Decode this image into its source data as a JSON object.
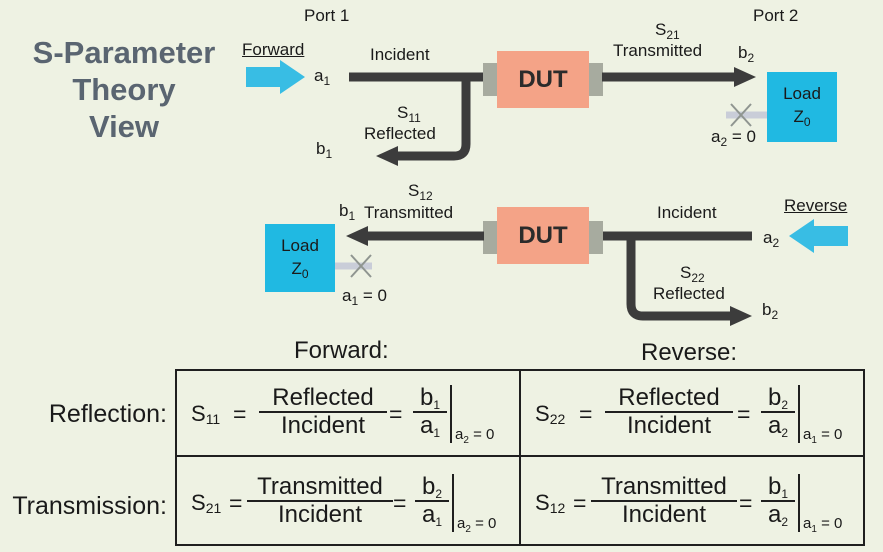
{
  "title": {
    "line1": "S-Parameter",
    "line2": "Theory",
    "line3": "View"
  },
  "port1": "Port 1",
  "port2": "Port 2",
  "forward_diagram": {
    "direction": "Forward",
    "a_in": {
      "letter": "a",
      "sub": "1"
    },
    "incident": "Incident",
    "dut": "DUT",
    "s_trans": {
      "letter": "S",
      "sub": "21"
    },
    "transmitted": "Transmitted",
    "b_out": {
      "letter": "b",
      "sub": "2"
    },
    "s_refl": {
      "letter": "S",
      "sub": "11"
    },
    "reflected": "Reflected",
    "b_refl": {
      "letter": "b",
      "sub": "1"
    },
    "load": {
      "line1": "Load",
      "z": "Z",
      "zsub": "0"
    },
    "terminated": {
      "letter": "a",
      "sub": "2",
      "value": " = 0"
    }
  },
  "reverse_diagram": {
    "direction": "Reverse",
    "a_in": {
      "letter": "a",
      "sub": "2"
    },
    "incident": "Incident",
    "dut": "DUT",
    "s_trans": {
      "letter": "S",
      "sub": "12"
    },
    "transmitted": "Transmitted",
    "b_out": {
      "letter": "b",
      "sub": "1"
    },
    "s_refl": {
      "letter": "S",
      "sub": "22"
    },
    "reflected": "Reflected",
    "b_refl": {
      "letter": "b",
      "sub": "2"
    },
    "load": {
      "line1": "Load",
      "z": "Z",
      "zsub": "0"
    },
    "terminated": {
      "letter": "a",
      "sub": "1",
      "value": " = 0"
    }
  },
  "table": {
    "col_forward": "Forward:",
    "col_reverse": "Reverse:",
    "row_reflection": "Reflection:",
    "row_transmission": "Transmission:",
    "equations": {
      "s11": {
        "s": "S",
        "sub": "11",
        "eq": "=",
        "num": "Reflected",
        "den": "Incident",
        "eq2": "=",
        "b": "b",
        "bsub": "1",
        "a": "a",
        "asub": "1",
        "cond": "a",
        "condsub": "2",
        "condval": " = 0"
      },
      "s22": {
        "s": "S",
        "sub": "22",
        "eq": "=",
        "num": "Reflected",
        "den": "Incident",
        "eq2": "=",
        "b": "b",
        "bsub": "2",
        "a": "a",
        "asub": "2",
        "cond": "a",
        "condsub": "1",
        "condval": " = 0"
      },
      "s21": {
        "s": "S",
        "sub": "21",
        "eq": "=",
        "num": "Transmitted",
        "den": "Incident",
        "eq2": "=",
        "b": "b",
        "bsub": "2",
        "a": "a",
        "asub": "1",
        "cond": "a",
        "condsub": "2",
        "condval": " = 0"
      },
      "s12": {
        "s": "S",
        "sub": "12",
        "eq": "=",
        "num": "Transmitted",
        "den": "Incident",
        "eq2": "=",
        "b": "b",
        "bsub": "1",
        "a": "a",
        "asub": "2",
        "cond": "a",
        "condsub": "1",
        "condval": " = 0"
      }
    }
  },
  "colors": {
    "background": "#eef2e3",
    "dut": "#f4a387",
    "load": "#20b9e2",
    "arrow": "#38bde4",
    "line": "#3c3c3c",
    "connector": "#a7ab9f"
  }
}
